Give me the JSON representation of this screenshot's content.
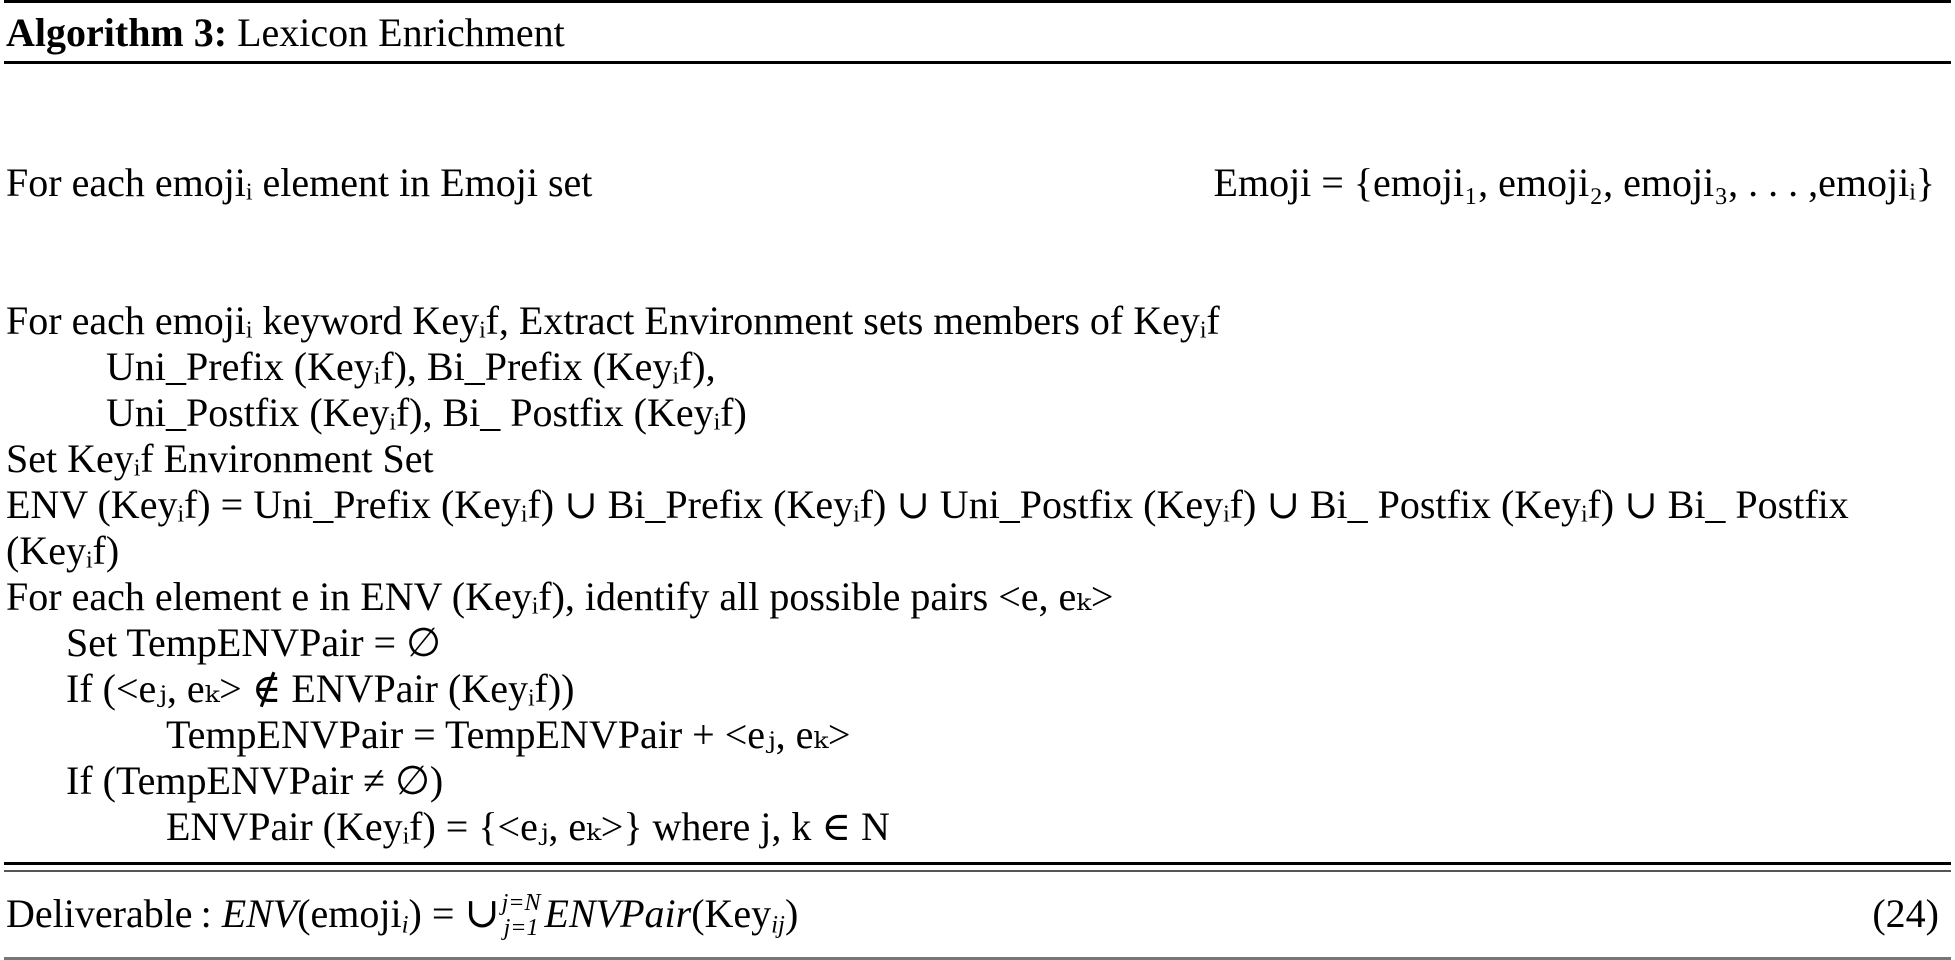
{
  "document": {
    "type": "algorithm-float",
    "equation_number": "(24)"
  },
  "caption": {
    "label": "Algorithm 3:",
    "title": "Lexicon Enrichment"
  },
  "lines": [
    {
      "id": "line-1",
      "left": "For each emojiᵢ element in Emoji set",
      "right": "Emoji = {emoji₁, emoji₂, emoji₃, . . . ,emojiᵢ}"
    },
    {
      "id": "line-2",
      "text": "For each emojiᵢ keyword Keyᵢf, Extract Environment sets members of Keyᵢf"
    },
    {
      "id": "line-3",
      "text": "Uni_Prefix (Keyᵢf), Bi_Prefix (Keyᵢf),"
    },
    {
      "id": "line-4",
      "text": "Uni_Postfix (Keyᵢf), Bi_ Postfix (Keyᵢf)"
    },
    {
      "id": "line-5",
      "text": "Set Keyᵢf Environment Set"
    },
    {
      "id": "line-6",
      "text": "ENV (Keyᵢf) = Uni_Prefix (Keyᵢf) ∪ Bi_Prefix (Keyᵢf) ∪ Uni_Postfix (Keyᵢf) ∪ Bi_ Postfix (Keyᵢf) ∪ Bi_ Postfix (Keyᵢf)"
    },
    {
      "id": "line-7",
      "text": "For each element e in ENV (Keyᵢf), identify all possible pairs <e, eₖ>"
    },
    {
      "id": "line-8",
      "text": "Set TempENVPair = ∅"
    },
    {
      "id": "line-9",
      "text": "If (<eⱼ, eₖ> ∉ ENVPair (Keyᵢf))"
    },
    {
      "id": "line-10",
      "text": "TempENVPair = TempENVPair + <eⱼ, eₖ>"
    },
    {
      "id": "line-11",
      "text": "If (TempENVPair ≠ ∅)"
    },
    {
      "id": "line-12",
      "text": "ENVPair (Keyᵢf) = {<eⱼ, eₖ>} where j, k ∈ N"
    }
  ],
  "deliverable": {
    "label": "Deliverable :",
    "lhs_func": "ENV",
    "lhs_arg": "(emoji",
    "lhs_sub": "i",
    "lhs_close": ")",
    "equals": "=",
    "union": "∪",
    "limit_upper": "j=N",
    "limit_lower": "j=1",
    "rhs_func": "ENVPair",
    "rhs_arg": "(Key",
    "rhs_sub": "ij",
    "rhs_close": ")",
    "equation_number": "(24)"
  }
}
